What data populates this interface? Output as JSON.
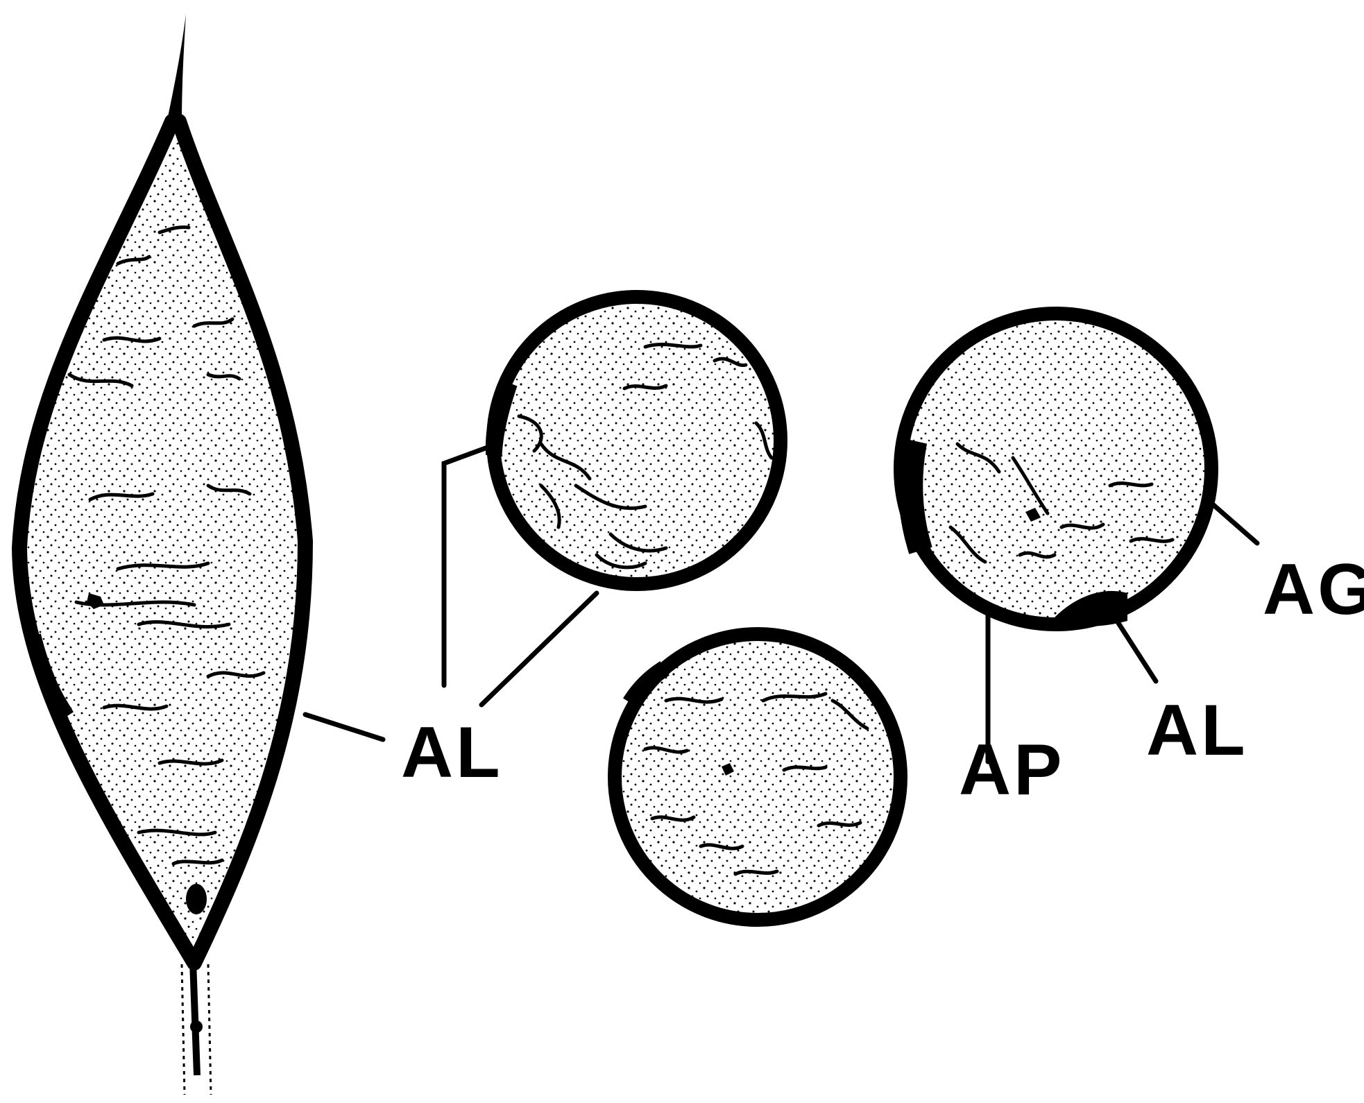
{
  "diagram": {
    "ink_color": "#000000",
    "background_color": "#ffffff",
    "stipple_color": "#000000",
    "labels": {
      "spindle_al": "AL",
      "circle_upper_al": "AL",
      "circle_right_ag": "AG",
      "circle_right_ap": "AP",
      "circle_right_al": "AL"
    }
  }
}
